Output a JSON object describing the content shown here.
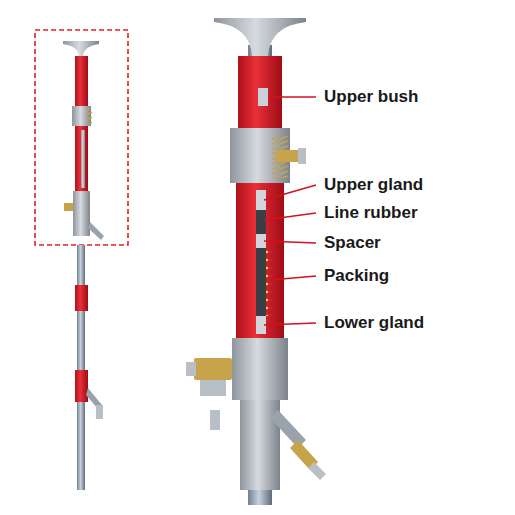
{
  "diagram": {
    "labels": [
      "Upper bush",
      "Upper gland",
      "Line rubber",
      "Spacer",
      "Packing",
      "Lower gland"
    ]
  }
}
